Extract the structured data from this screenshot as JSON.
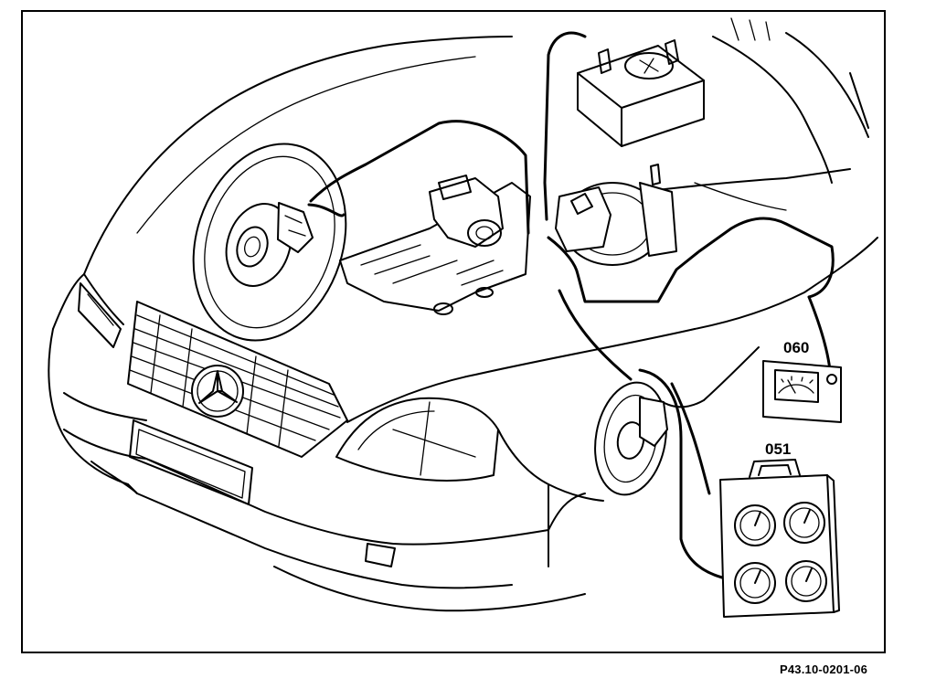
{
  "labels": {
    "multimeter": "060",
    "gauge_case": "051"
  },
  "figure_reference": "P43.10-0201-06",
  "colors": {
    "line": "#000000",
    "background": "#ffffff"
  },
  "icons": {
    "emblem": "three-pointed-star-icon"
  }
}
